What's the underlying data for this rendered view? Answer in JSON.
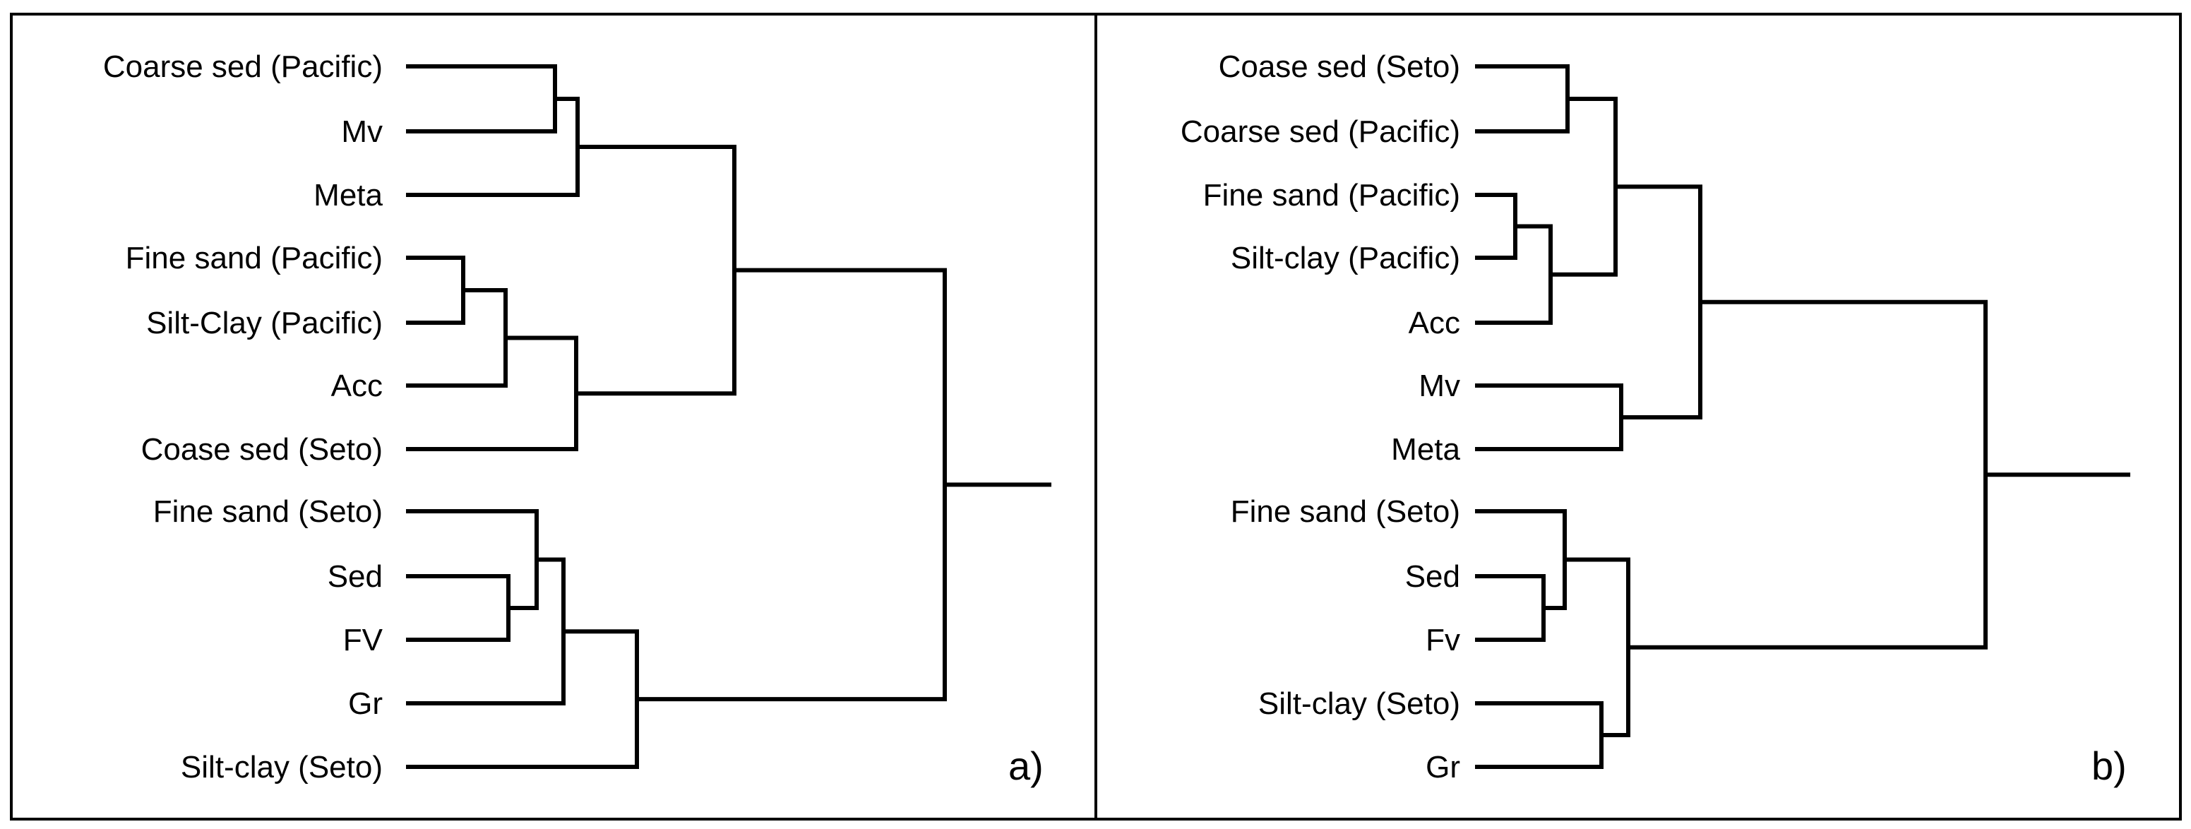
{
  "figure": {
    "panels": [
      {
        "id": "a",
        "label": "a)",
        "leaves": [
          "Coarse sed (Pacific)",
          "Mv",
          "Meta",
          "Fine sand (Pacific)",
          "Silt-Clay (Pacific)",
          "Acc",
          "Coase sed (Seto)",
          "Fine sand (Seto)",
          "Sed",
          "FV",
          "Gr",
          "Silt-clay (Seto)"
        ]
      },
      {
        "id": "b",
        "label": "b)",
        "leaves": [
          "Coase sed (Seto)",
          "Coarse sed (Pacific)",
          "Fine sand (Pacific)",
          "Silt-clay (Pacific)",
          "Acc",
          "Mv",
          "Meta",
          "Fine sand (Seto)",
          "Sed",
          "Fv",
          "Silt-clay (Seto)",
          "Gr"
        ]
      }
    ]
  }
}
